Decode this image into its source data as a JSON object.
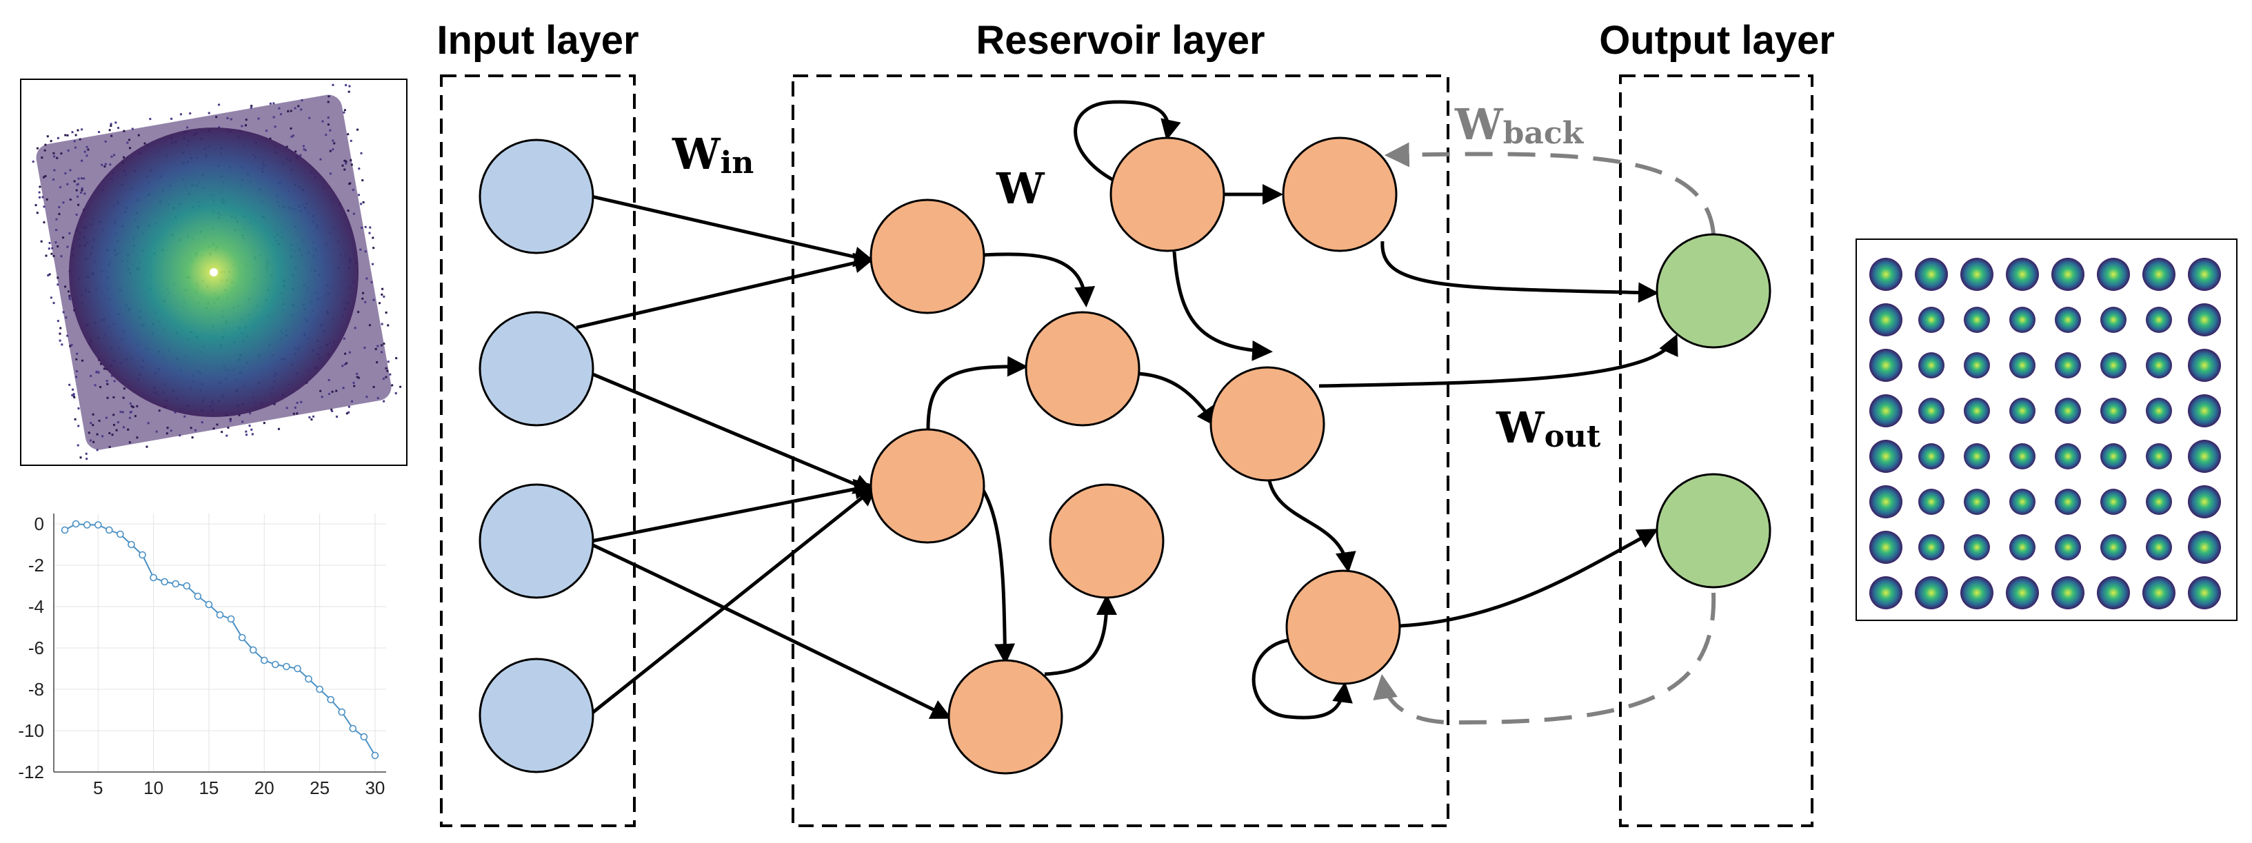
{
  "layers": {
    "input": "Input layer",
    "reservoir": "Reservoir layer",
    "output": "Output layer"
  },
  "weights": {
    "in_main": "W",
    "in_sub": "in",
    "w": "W",
    "out_main": "W",
    "out_sub": "out",
    "back_main": "W",
    "back_sub": "back"
  },
  "colors": {
    "input_node": "#b9cfe9",
    "reservoir_node": "#f4b183",
    "output_node": "#a9d18e",
    "feedback_edge": "#808080"
  },
  "chart_data": [
    {
      "type": "scatter",
      "description_source": "received signal constellation (left)",
      "title": "",
      "xlabel": "",
      "ylabel": "",
      "grid": false
    },
    {
      "type": "line",
      "title": "",
      "xlabel": "",
      "ylabel": "",
      "grid": true,
      "xlim": [
        1,
        31
      ],
      "ylim": [
        -12,
        0.5
      ],
      "x_ticks": [
        "5",
        "10",
        "15",
        "20",
        "25",
        "30"
      ],
      "y_ticks": [
        "0",
        "-2",
        "-4",
        "-6",
        "-8",
        "-10",
        "-12"
      ],
      "x": [
        2,
        3,
        4,
        5,
        6,
        7,
        8,
        9,
        10,
        11,
        12,
        13,
        14,
        15,
        16,
        17,
        18,
        19,
        20,
        21,
        22,
        23,
        24,
        25,
        26,
        27,
        28,
        29,
        30
      ],
      "values": [
        -0.3,
        0.0,
        -0.05,
        -0.05,
        -0.3,
        -0.5,
        -1.0,
        -1.5,
        -2.6,
        -2.8,
        -2.9,
        -3.0,
        -3.5,
        -3.9,
        -4.4,
        -4.6,
        -5.5,
        -6.1,
        -6.6,
        -6.8,
        -6.9,
        -7.0,
        -7.5,
        -8.0,
        -8.5,
        -9.1,
        -9.9,
        -10.3,
        -11.2
      ],
      "color": "#4a90c4"
    },
    {
      "type": "scatter",
      "description_source": "equalized 64-point constellation (right)",
      "title": "",
      "xlabel": "",
      "ylabel": "",
      "grid": false,
      "rows": 8,
      "cols": 8
    }
  ]
}
